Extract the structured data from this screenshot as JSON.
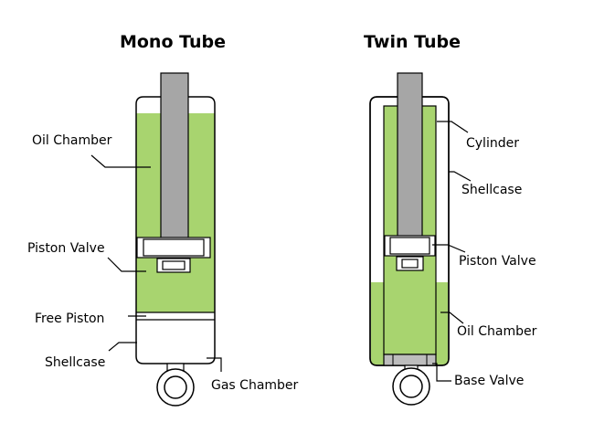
{
  "mono": {
    "title": "Mono Tube",
    "labels": {
      "oil_chamber": "Oil Chamber",
      "piston_valve": "Piston Valve",
      "free_piston": "Free Piston",
      "shellcase": "Shellcase",
      "gas_chamber": "Gas Chamber"
    }
  },
  "twin": {
    "title": "Twin Tube",
    "labels": {
      "cylinder": "Cylinder",
      "shellcase": "Shellcase",
      "piston_valve": "Piston Valve",
      "oil_chamber": "Oil Chamber",
      "base_valve": "Base Valve"
    }
  },
  "colors": {
    "oil": "#a8d46f",
    "rod": "#a6a6a6",
    "outline": "#000000"
  }
}
